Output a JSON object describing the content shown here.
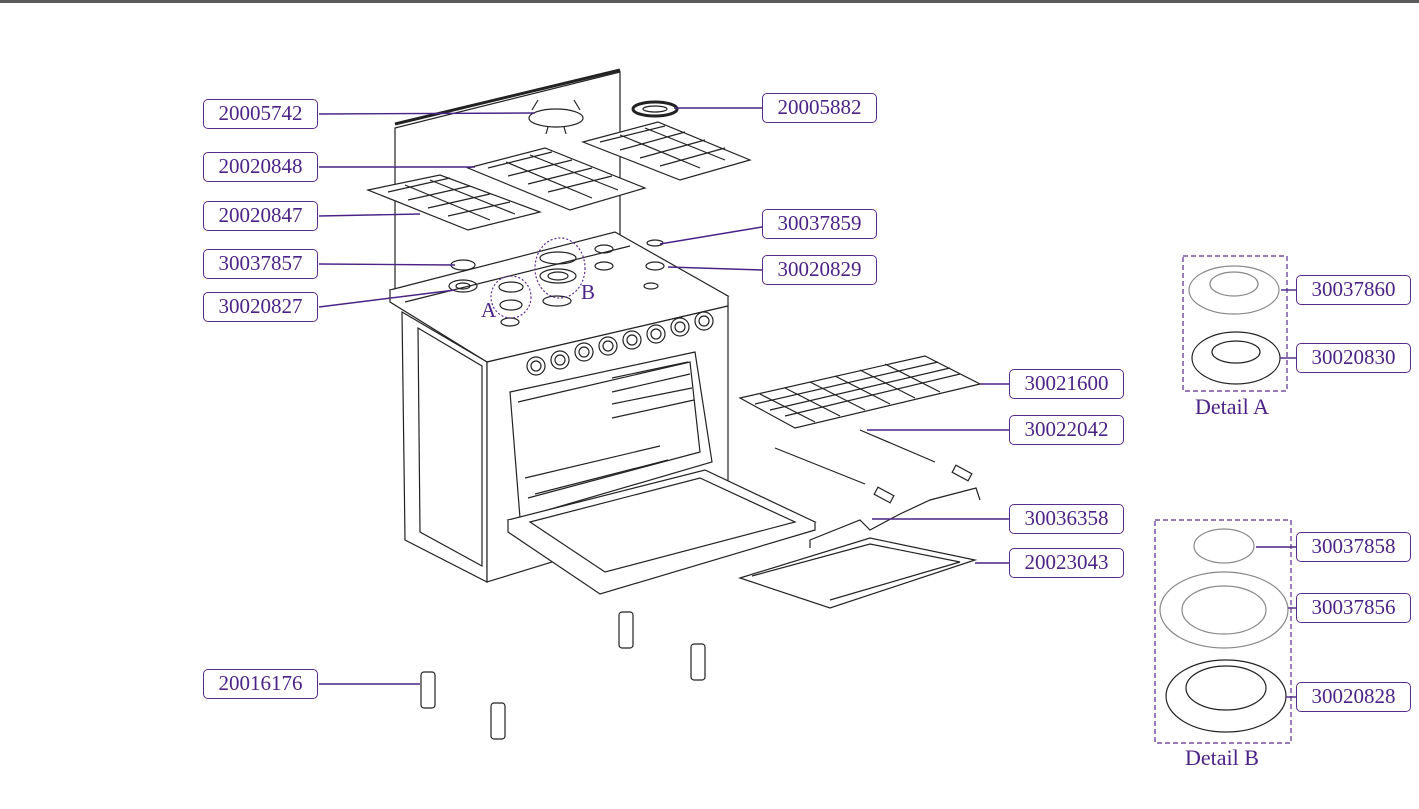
{
  "labels": {
    "p20005742": "20005742",
    "p20005882": "20005882",
    "p20020848": "20020848",
    "p20020847": "20020847",
    "p30037859": "30037859",
    "p30037857": "30037857",
    "p30020829": "30020829",
    "p30020827": "30020827",
    "p30037860": "30037860",
    "p30020830": "30020830",
    "p30021600": "30021600",
    "p30022042": "30022042",
    "p30036358": "30036358",
    "p20023043": "20023043",
    "p30037858": "30037858",
    "p30037856": "30037856",
    "p30020828": "30020828",
    "p20016176": "20016176"
  },
  "markers": {
    "a": "A",
    "b": "B"
  },
  "details": {
    "a": "Detail A",
    "b": "Detail B"
  },
  "colors": {
    "accent": "#5b2c8f",
    "line": "#222222"
  }
}
